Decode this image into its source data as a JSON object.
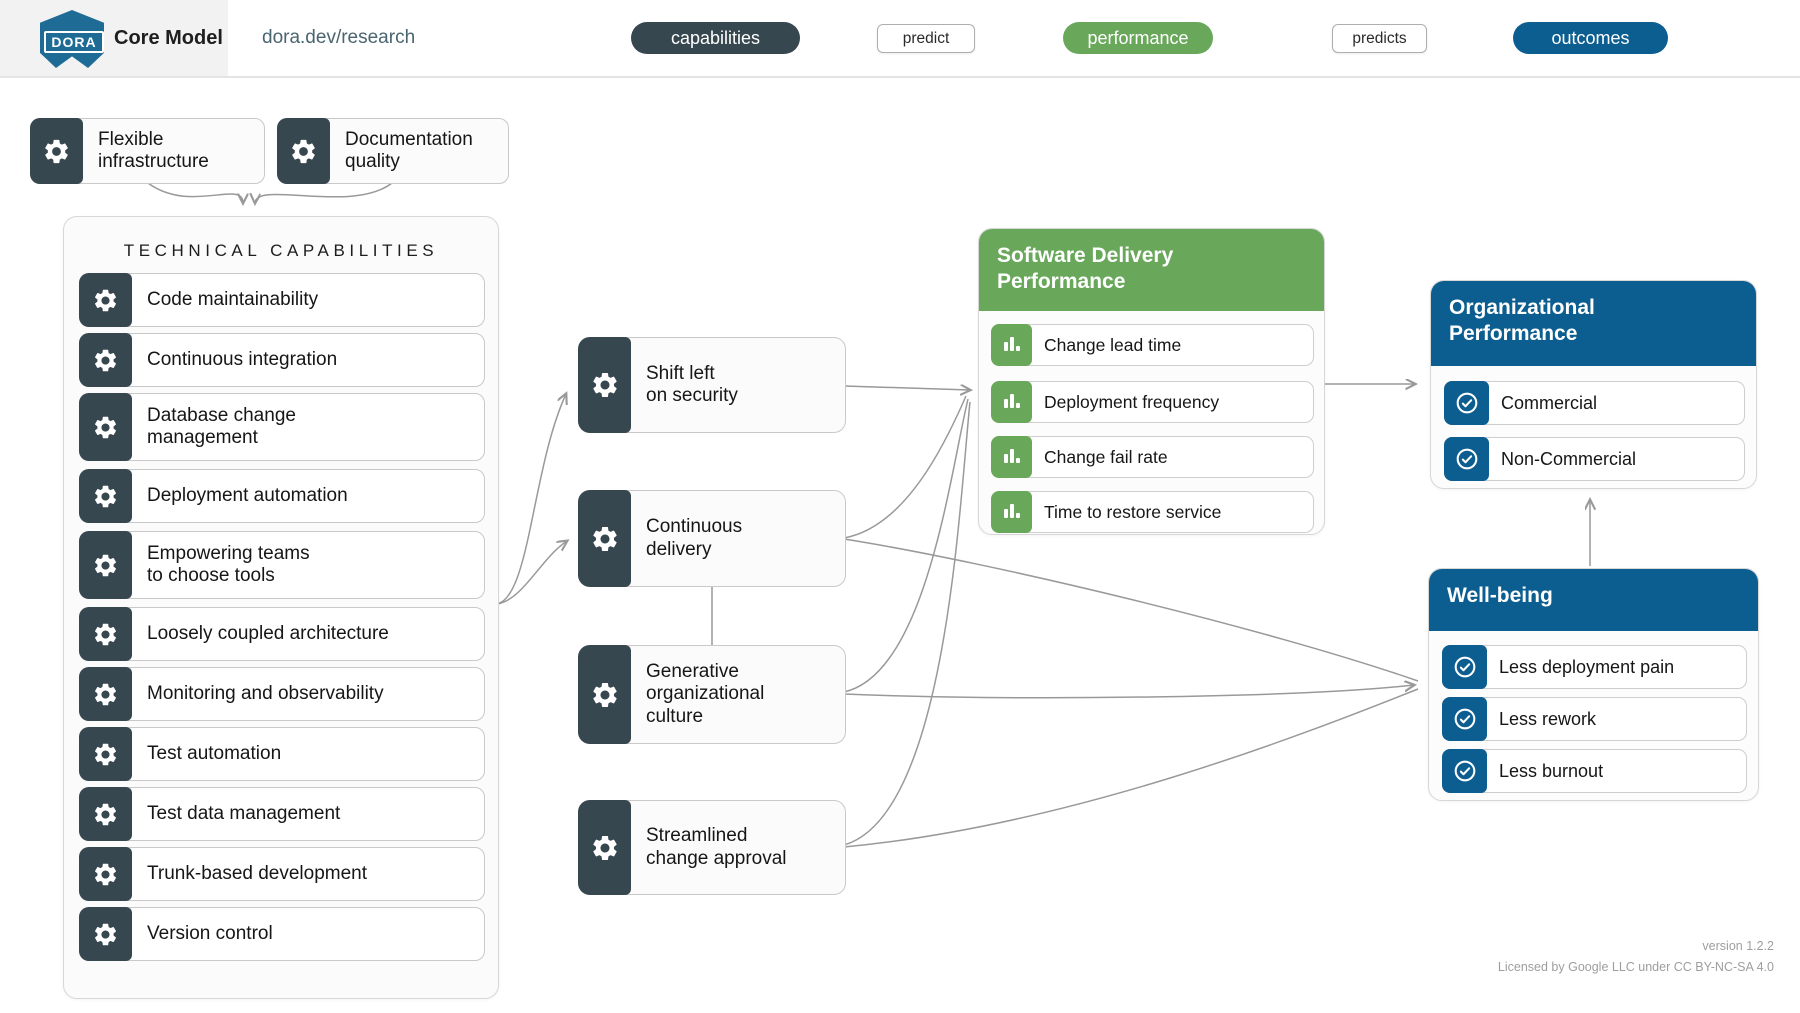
{
  "header": {
    "logo_text": "DORA",
    "title": "Core Model",
    "url": "dora.dev/research",
    "flow": [
      {
        "label": "capabilities"
      },
      {
        "label": "predict"
      },
      {
        "label": "performance"
      },
      {
        "label": "predicts"
      },
      {
        "label": "outcomes"
      }
    ]
  },
  "standalone_capabilities": [
    {
      "label": "Flexible\ninfrastructure"
    },
    {
      "label": "Documentation\nquality"
    }
  ],
  "technical_capabilities": {
    "title": "TECHNICAL CAPABILITIES",
    "items": [
      "Code maintainability",
      "Continuous integration",
      "Database change\nmanagement",
      "Deployment automation",
      "Empowering teams\nto choose tools",
      "Loosely coupled architecture",
      "Monitoring and observability",
      "Test automation",
      "Test data management",
      "Trunk-based development",
      "Version control"
    ]
  },
  "process_capabilities": [
    {
      "label": "Shift left\non security"
    },
    {
      "label": "Continuous\ndelivery"
    },
    {
      "label": "Generative\norganizational\nculture"
    },
    {
      "label": "Streamlined\nchange approval"
    }
  ],
  "software_delivery_performance": {
    "title": "Software Delivery\nPerformance",
    "items": [
      "Change lead time",
      "Deployment frequency",
      "Change fail rate",
      "Time to restore service"
    ]
  },
  "organizational_performance": {
    "title": "Organizational\nPerformance",
    "items": [
      "Commercial",
      "Non-Commercial"
    ]
  },
  "well_being": {
    "title": "Well-being",
    "items": [
      "Less deployment pain",
      "Less rework",
      "Less burnout"
    ]
  },
  "footer": {
    "version": "version 1.2.2",
    "license": "Licensed by Google LLC under CC BY-NC-SA 4.0"
  },
  "icons": {
    "capability": "gear-icon",
    "metric": "bar-chart-icon",
    "outcome": "check-circle-icon"
  },
  "colors": {
    "slate": "#37474F",
    "green": "#69A85B",
    "blue": "#0D5E90",
    "logo_blue": "#1E6B96",
    "arrow": "#999999"
  }
}
